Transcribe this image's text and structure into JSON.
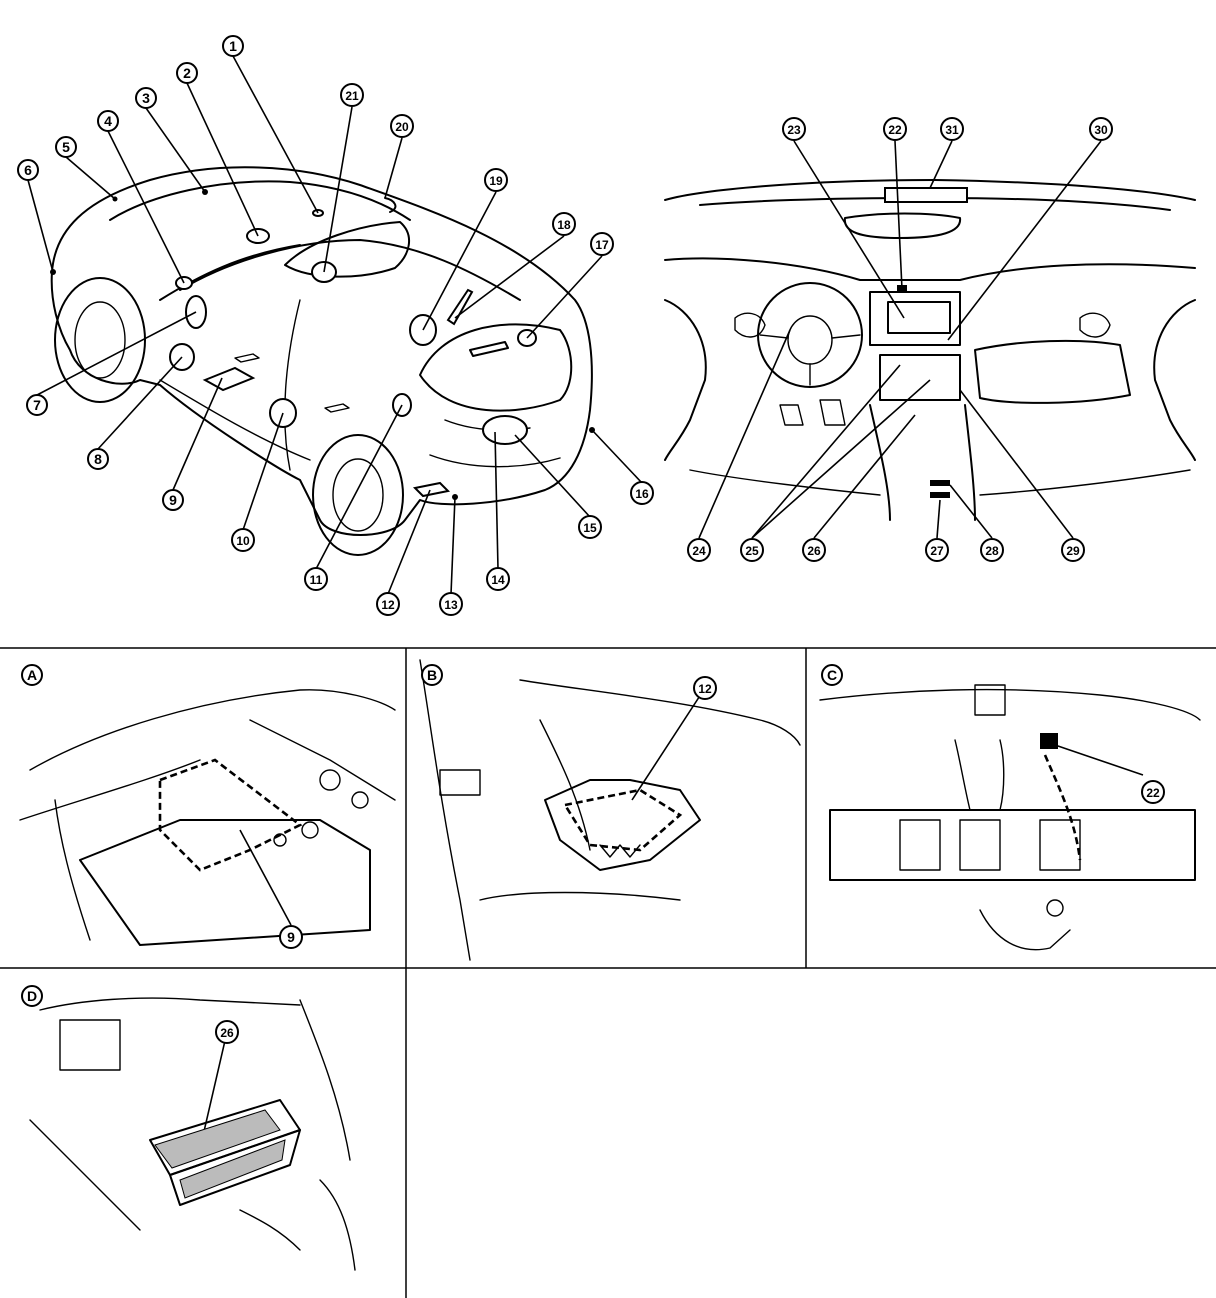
{
  "callouts": [
    {
      "id": "1",
      "label": "1"
    },
    {
      "id": "2",
      "label": "2"
    },
    {
      "id": "3",
      "label": "3"
    },
    {
      "id": "4",
      "label": "4"
    },
    {
      "id": "5",
      "label": "5"
    },
    {
      "id": "6",
      "label": "6"
    },
    {
      "id": "7",
      "label": "7"
    },
    {
      "id": "8",
      "label": "8"
    },
    {
      "id": "9",
      "label": "9"
    },
    {
      "id": "10",
      "label": "10"
    },
    {
      "id": "11",
      "label": "11"
    },
    {
      "id": "12",
      "label": "12"
    },
    {
      "id": "13",
      "label": "13"
    },
    {
      "id": "14",
      "label": "14"
    },
    {
      "id": "15",
      "label": "15"
    },
    {
      "id": "16",
      "label": "16"
    },
    {
      "id": "17",
      "label": "17"
    },
    {
      "id": "18",
      "label": "18"
    },
    {
      "id": "19",
      "label": "19"
    },
    {
      "id": "20",
      "label": "20"
    },
    {
      "id": "21",
      "label": "21"
    },
    {
      "id": "22",
      "label": "22"
    },
    {
      "id": "23",
      "label": "23"
    },
    {
      "id": "24",
      "label": "24"
    },
    {
      "id": "25",
      "label": "25"
    },
    {
      "id": "26",
      "label": "26"
    },
    {
      "id": "27",
      "label": "27"
    },
    {
      "id": "28",
      "label": "28"
    },
    {
      "id": "29",
      "label": "29"
    },
    {
      "id": "30",
      "label": "30"
    },
    {
      "id": "31",
      "label": "31"
    }
  ],
  "panels": [
    {
      "id": "A",
      "letter": "A",
      "callout": "9"
    },
    {
      "id": "B",
      "letter": "B",
      "callout": "12"
    },
    {
      "id": "C",
      "letter": "C",
      "callout": "22"
    },
    {
      "id": "D",
      "letter": "D",
      "callout": "26"
    }
  ]
}
